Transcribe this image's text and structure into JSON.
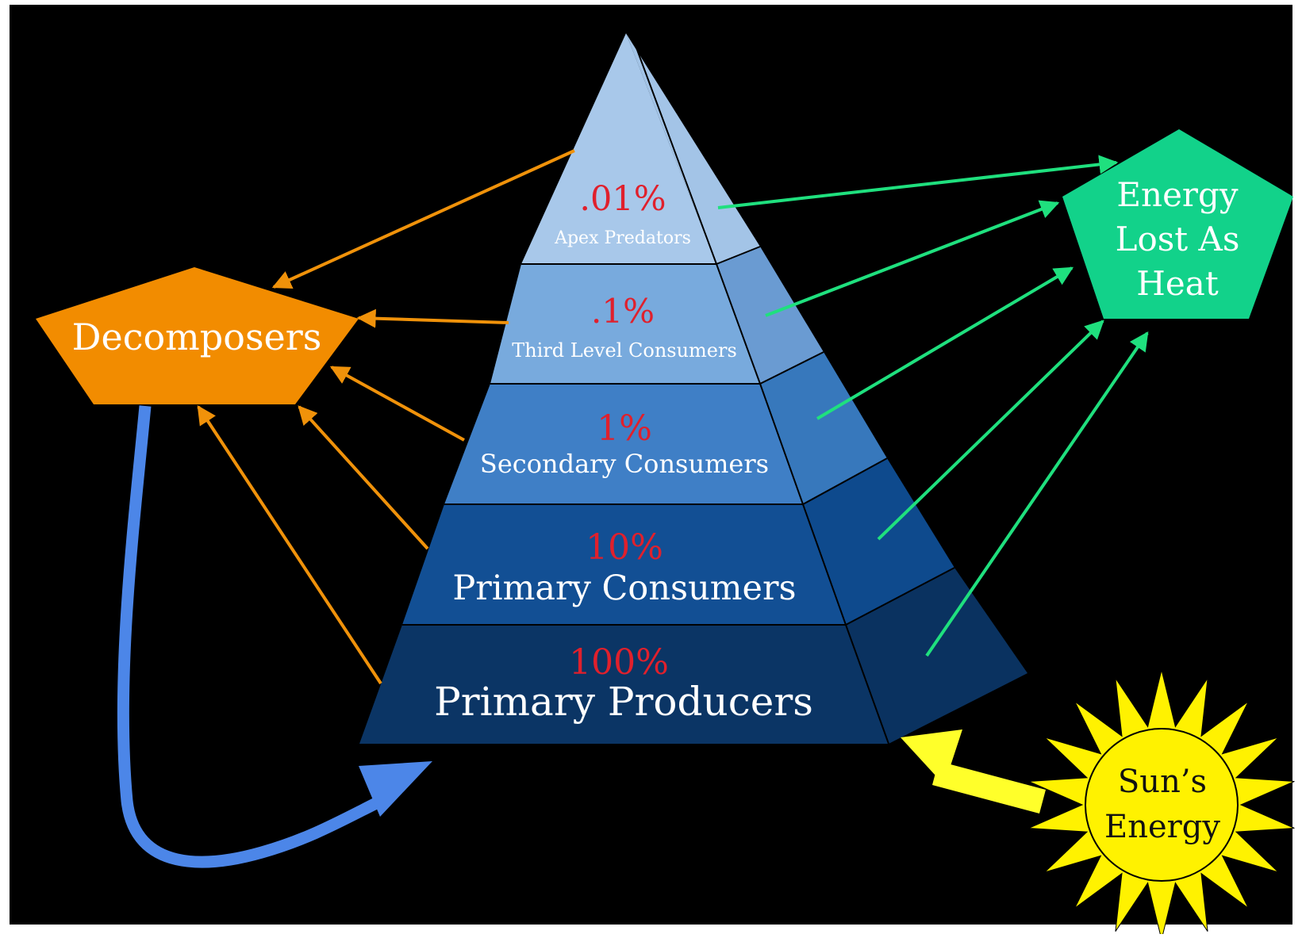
{
  "pyramid": {
    "levels": [
      {
        "percent": ".01%",
        "name": "Apex Predators"
      },
      {
        "percent": ".1%",
        "name": "Third Level Consumers"
      },
      {
        "percent": "1%",
        "name": "Secondary Consumers"
      },
      {
        "percent": "10%",
        "name": "Primary Consumers"
      },
      {
        "percent": "100%",
        "name": "Primary Producers"
      }
    ]
  },
  "decomposers": {
    "label": "Decomposers"
  },
  "heat": {
    "line1": "Energy",
    "line2": "Lost As",
    "line3": "Heat"
  },
  "sun": {
    "line1": "Sun’s",
    "line2": "Energy"
  },
  "colors": {
    "background": "#000000",
    "frame": "#ffffff",
    "percent_text": "#e0202c",
    "label_text": "#ffffff",
    "decomposers_fill": "#f28c00",
    "heat_fill": "#12d28a",
    "heat_arrow": "#1fe07e",
    "decomposer_arrow": "#f0920a",
    "recycle_arrow": "#4c86e8",
    "sun_fill": "#fff200",
    "sun_arrow": "#ffff2a",
    "level_front": [
      "#a8c8ea",
      "#78aadd",
      "#3f7fc6",
      "#124f94",
      "#0b3565"
    ],
    "level_side": [
      "#a3c4e7",
      "#6a9bd2",
      "#3778bc",
      "#0e4a8d",
      "#0a3260"
    ]
  }
}
